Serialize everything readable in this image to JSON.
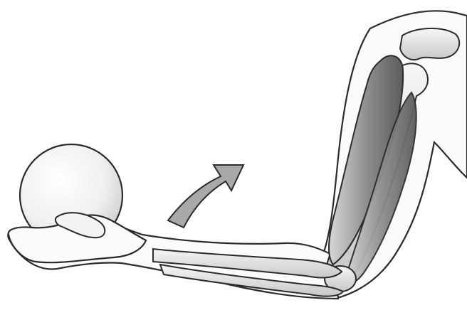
{
  "image": {
    "kind": "arm-muscle-illustration",
    "colors": {
      "paper": "#ffffff",
      "outline": "#2b2b2b",
      "skin_fill": "#fbfbfb",
      "bone_fill": "#e6e6e6",
      "bone_shade": "#bdbdbd",
      "muscle_fill": "#9a9a9a",
      "muscle_dark": "#5c5c5c",
      "arrow_fill": "#a9a9a9",
      "ball_fill": "#f4f4f4",
      "ball_shade": "#c9c9c9"
    },
    "parts": [
      "ball",
      "hand",
      "forearm",
      "ulna",
      "radius",
      "elbow-joint",
      "humerus",
      "biceps",
      "triceps",
      "shoulder",
      "scapula",
      "direction-arrow"
    ]
  }
}
